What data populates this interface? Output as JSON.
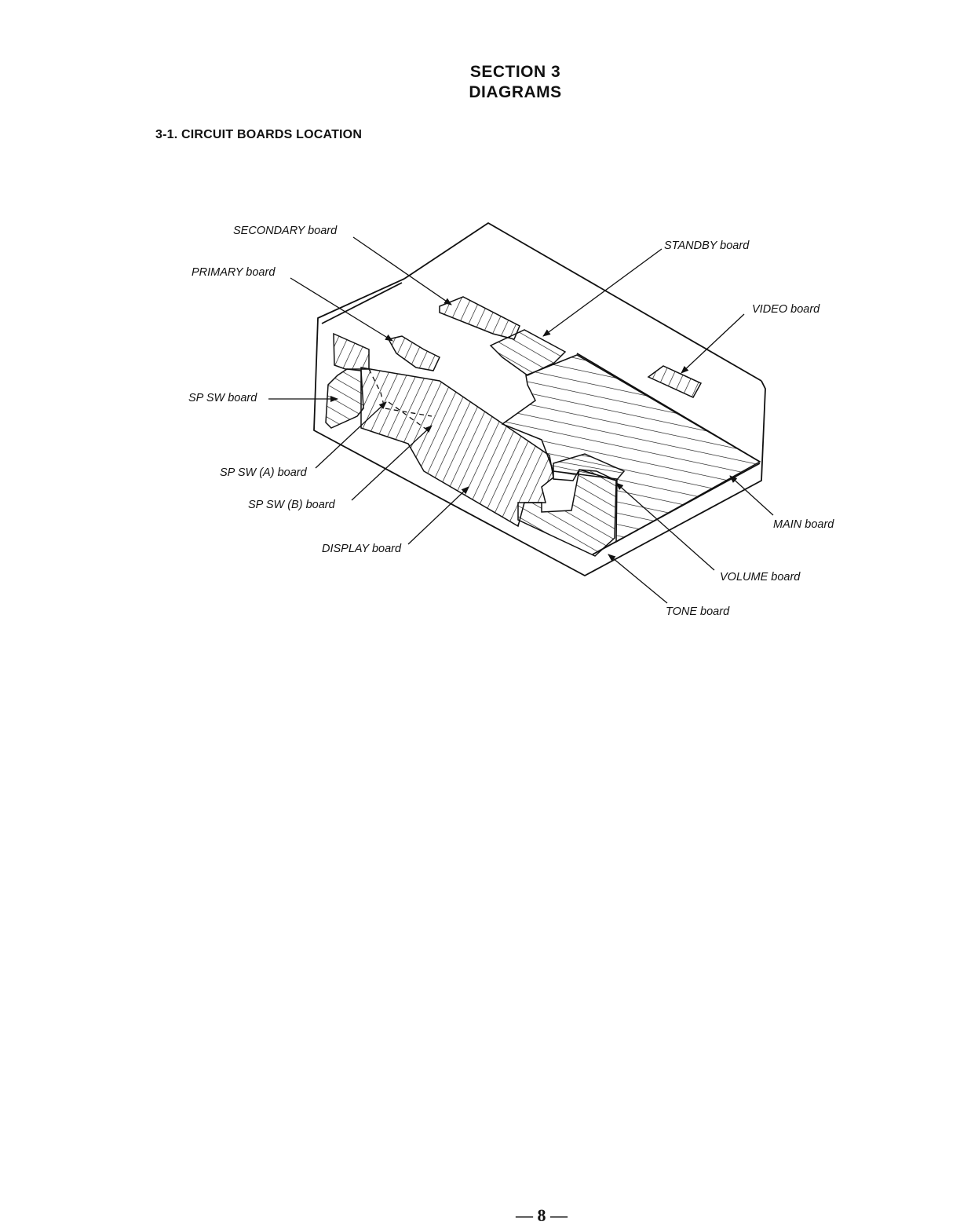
{
  "header": {
    "section": "SECTION 3",
    "title": "DIAGRAMS"
  },
  "subsection": "3-1. CIRCUIT BOARDS LOCATION",
  "labels": {
    "secondary": "SECONDARY board",
    "primary": "PRIMARY board",
    "standby": "STANDBY board",
    "video": "VIDEO board",
    "sp_sw": "SP SW board",
    "sp_sw_a": "SP SW (A) board",
    "sp_sw_b": "SP SW  (B) board",
    "display": "DISPLAY board",
    "main": "MAIN board",
    "volume": "VOLUME board",
    "tone": "TONE board"
  },
  "page_number": "— 8 —"
}
